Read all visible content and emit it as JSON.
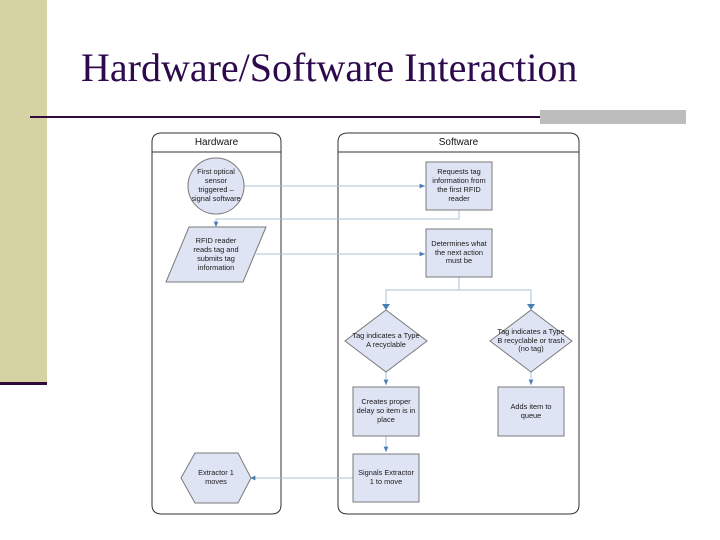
{
  "slide": {
    "title": "Hardware/Software Interaction"
  },
  "lanes": {
    "hardware": "Hardware",
    "software": "Software"
  },
  "nodes": {
    "sensor_triggered": "First optical sensor triggered – signal software",
    "requests_tag": "Requests tag information from the first RFID reader",
    "rfid_reader": "RFID reader reads tag and submits tag information",
    "determine_action": "Determines what the next action must be",
    "type_a": "Tag indicates a Type A recyclable",
    "type_b": "Tag indicates a Type B recyclable or trash (no tag)",
    "create_delay": "Creates proper delay so item is in place",
    "add_queue": "Adds item to queue",
    "signal_extractor": "Signals Extractor 1 to move",
    "extractor_moves": "Extractor 1 moves"
  },
  "colors": {
    "node_fill": "#dfe4f4",
    "node_stroke": "#7a7a7a",
    "connector": "#a9c3d6",
    "arrowhead": "#4a7fb5",
    "lane_fill": "#ffffff",
    "lane_stroke": "#333333",
    "title_text": "#2d0a4d",
    "side_bar": "#d5d3a3",
    "rule": "#2f0b3d"
  }
}
